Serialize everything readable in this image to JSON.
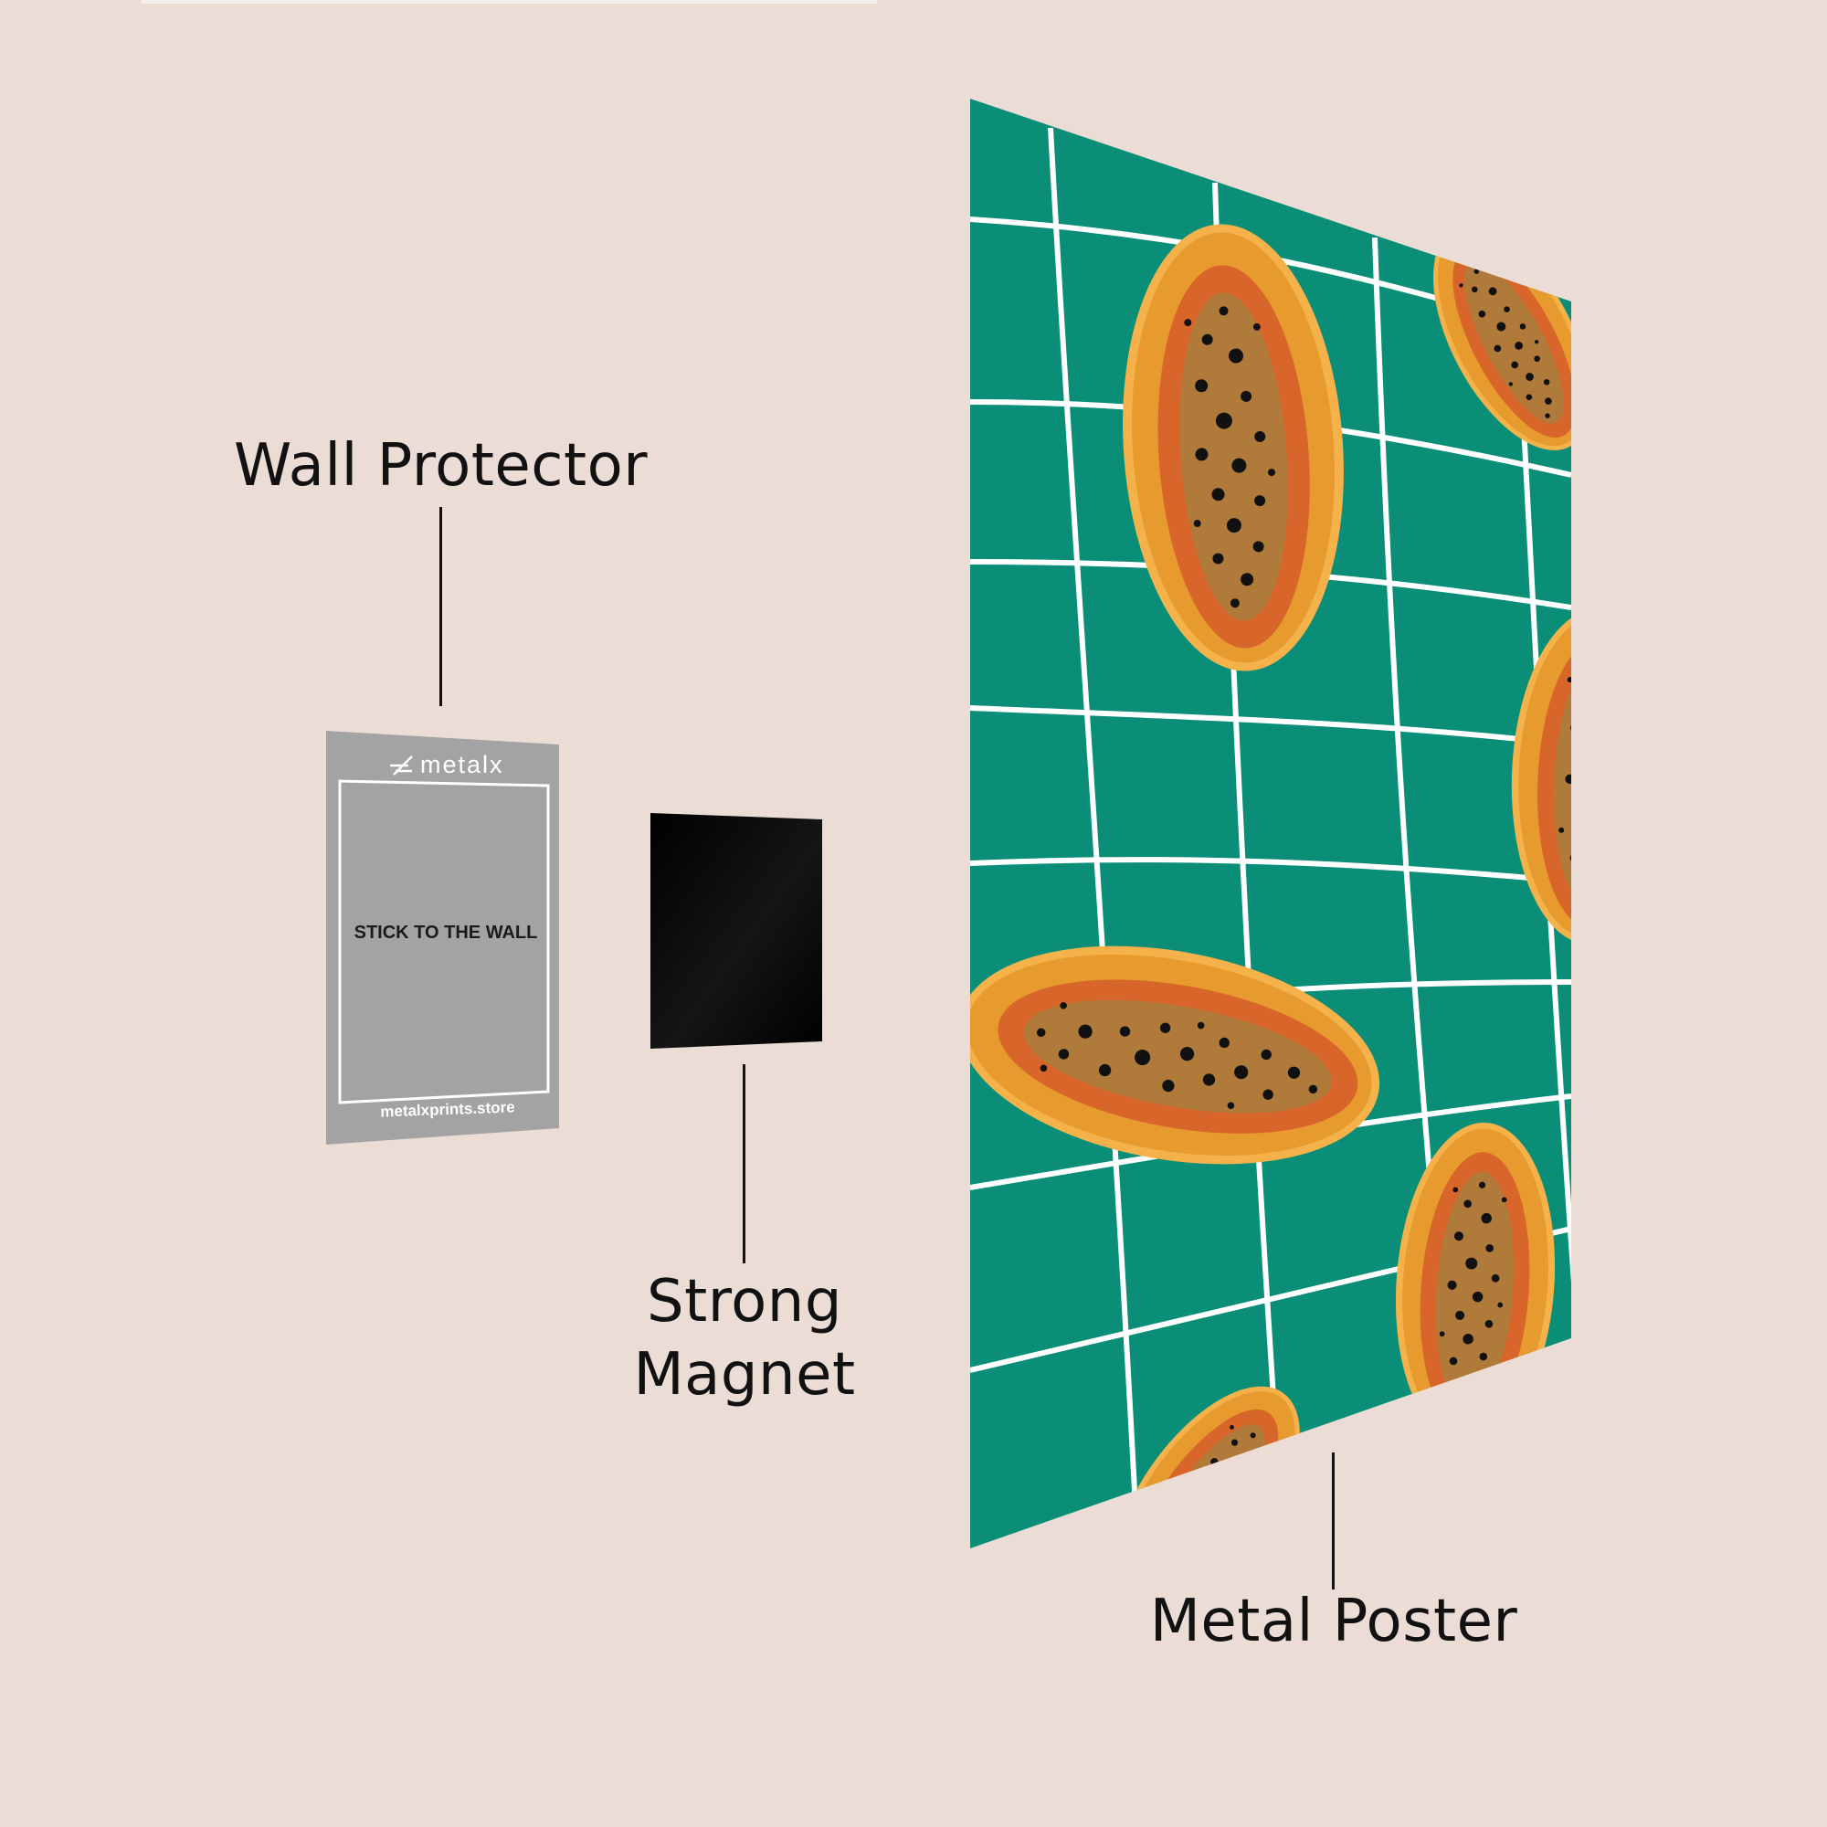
{
  "labels": {
    "wall_protector": "Wall Protector",
    "strong_magnet_line1": "Strong",
    "strong_magnet_line2": "Magnet",
    "metal_poster": "Metal Poster"
  },
  "wall_protector_card": {
    "brand": "metalx",
    "caption": "STICK TO THE WALL",
    "website": "metalxprints.store"
  },
  "colors": {
    "background": "#ebddd5",
    "poster_green": "#0a8e78",
    "grid_line": "#ffffff",
    "papaya_outer": "#e79a2e",
    "papaya_inner": "#d8652a",
    "papaya_flesh": "#b07a3a",
    "protector_gray": "#a3a3a3",
    "magnet_black": "#050505"
  },
  "icons": [
    "metalx-logo-icon",
    "papaya-illustration"
  ]
}
